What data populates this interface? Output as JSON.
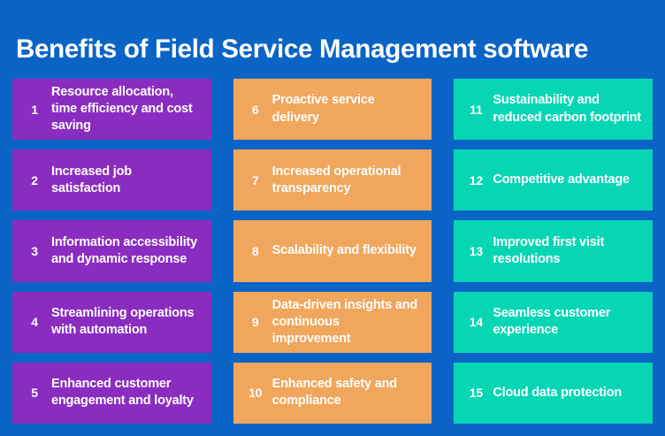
{
  "header": {
    "title": "Benefits of Field Service Management software"
  },
  "colors": {
    "background": "#0A64C6",
    "purple": "#8B2CC0",
    "orange": "#F0A65C",
    "teal": "#07D6B5",
    "text": "#FFFFFF"
  },
  "columns": [
    {
      "id": "column-1",
      "color_name": "purple",
      "items": [
        {
          "number": "1",
          "label": "Resource allocation, time efficiency and cost saving"
        },
        {
          "number": "2",
          "label": "Increased job satisfaction"
        },
        {
          "number": "3",
          "label": "Information accessibility and dynamic response"
        },
        {
          "number": "4",
          "label": "Streamlining operations with automation"
        },
        {
          "number": "5",
          "label": "Enhanced customer engagement and loyalty"
        }
      ]
    },
    {
      "id": "column-2",
      "color_name": "orange",
      "items": [
        {
          "number": "6",
          "label": "Proactive service delivery"
        },
        {
          "number": "7",
          "label": "Increased operational transparency"
        },
        {
          "number": "8",
          "label": "Scalability and flexibility"
        },
        {
          "number": "9",
          "label": "Data-driven insights and continuous improvement"
        },
        {
          "number": "10",
          "label": "Enhanced safety and compliance"
        }
      ]
    },
    {
      "id": "column-3",
      "color_name": "teal",
      "items": [
        {
          "number": "11",
          "label": "Sustainability and reduced carbon footprint"
        },
        {
          "number": "12",
          "label": "Competitive advantage"
        },
        {
          "number": "13",
          "label": "Improved first visit resolutions"
        },
        {
          "number": "14",
          "label": "Seamless customer experience"
        },
        {
          "number": "15",
          "label": "Cloud data protection"
        }
      ]
    }
  ]
}
